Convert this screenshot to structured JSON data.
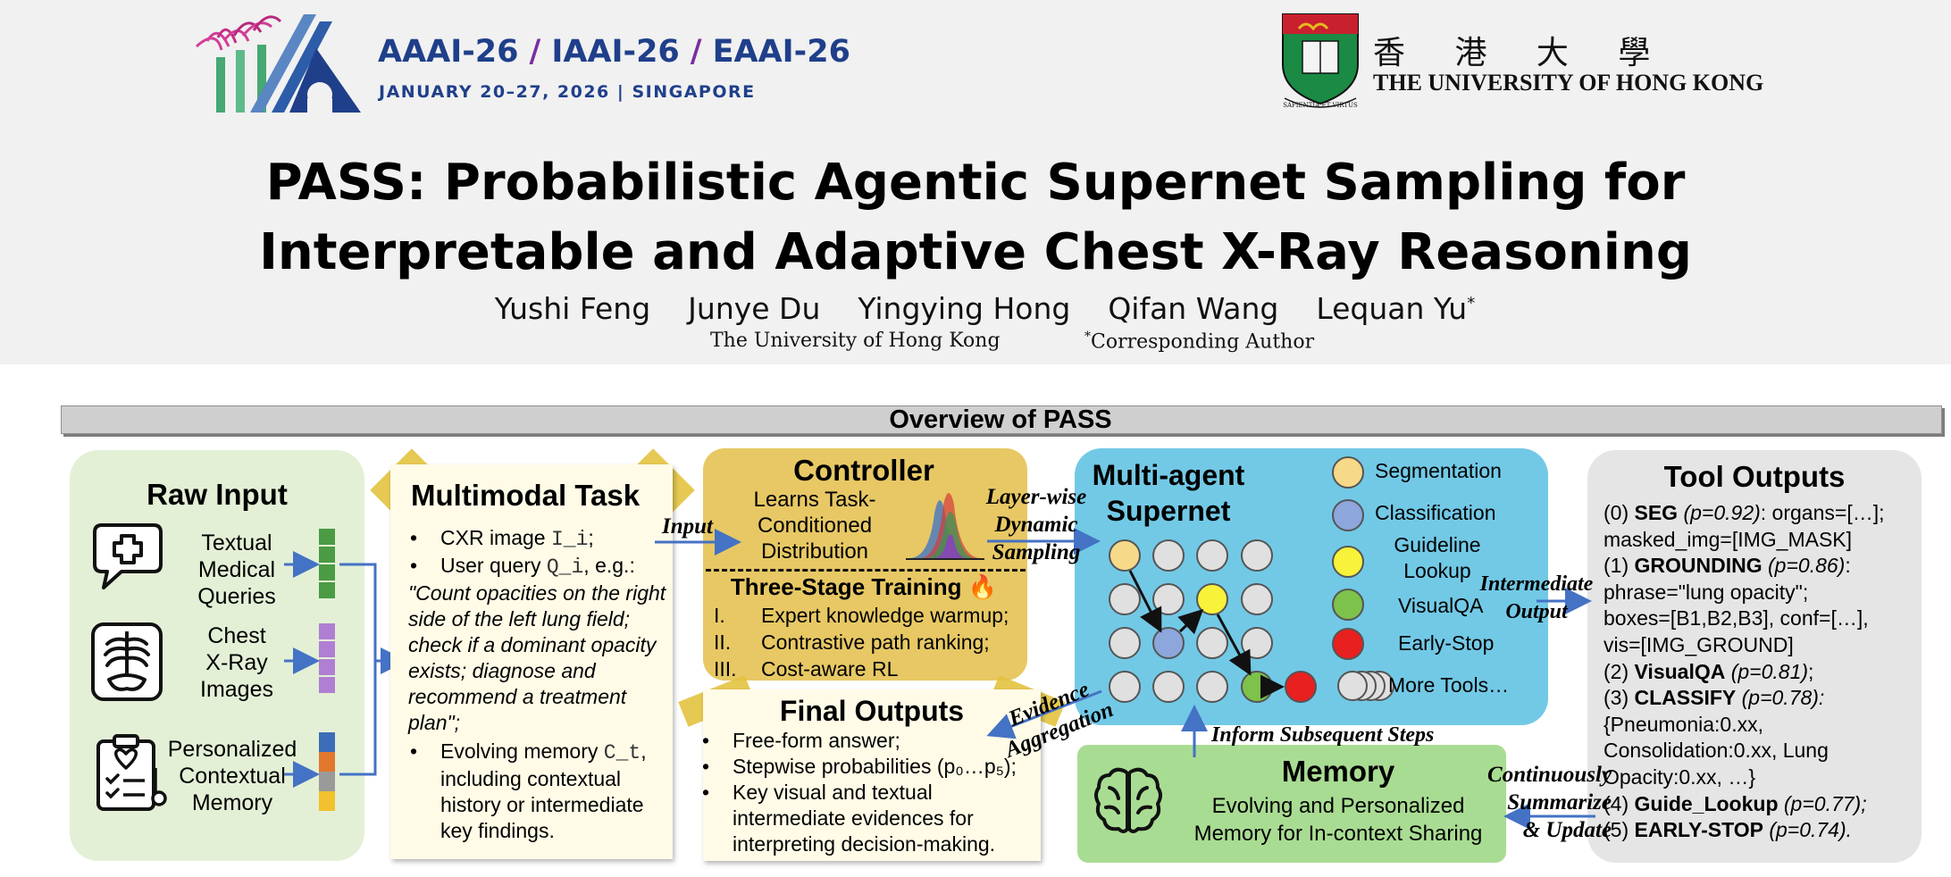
{
  "header": {
    "conference_names": [
      "AAAI-26",
      "IAAI-26",
      "EAAI-26"
    ],
    "conference_separator": "/",
    "conference_date": "JANUARY 20–27, 2026 | SINGAPORE",
    "university_cn": "香 港 大 學",
    "university_en": "THE UNIVERSITY OF HONG KONG",
    "crest_motto": "SAPIENTIA ET VIRTUS"
  },
  "paper": {
    "title_line1": "PASS: Probabilistic Agentic Supernet Sampling for",
    "title_line2": "Interpretable and Adaptive Chest X-Ray Reasoning",
    "authors": [
      "Yushi Feng",
      "Junye Du",
      "Yingying Hong",
      "Qifan Wang",
      "Lequan Yu"
    ],
    "corresponding_mark": "*",
    "affiliation": "The University of Hong Kong",
    "corresponding_note": "Corresponding Author"
  },
  "overview_title": "Overview of PASS",
  "raw_input": {
    "title": "Raw Input",
    "items": [
      "Textual\nMedical\nQueries",
      "Chest\nX-Ray\nImages",
      "Personalized\nContextual\nMemory"
    ]
  },
  "task": {
    "title": "Multimodal Task",
    "b1_text": "CXR image ",
    "b1_code": "I_i",
    "b1_end": ";",
    "b2_text": "User query ",
    "b2_code": "Q_i",
    "b2_end": ", e.g.:",
    "quote": "\"Count opacities on the right side of the left lung field; check if a dominant opacity exists; diagnose and recommend a treatment plan\";",
    "b3_text": "Evolving memory ",
    "b3_code": "C_t",
    "b3_end": ", including contextual history or intermediate key findings."
  },
  "controller": {
    "title": "Controller",
    "desc": "Learns Task-\nConditioned\nDistribution",
    "training_title": "Three-Stage Training 🔥",
    "stage_numerals": [
      "I.",
      "II.",
      "III."
    ],
    "stages": [
      "Expert knowledge warmup;",
      "Contrastive path ranking;",
      "Cost-aware RL"
    ]
  },
  "final_outputs": {
    "title": "Final Outputs",
    "items": [
      "Free-form answer;",
      "Stepwise probabilities (p₀…p₅);",
      "Key visual and textual intermediate evidences for interpreting decision-making."
    ]
  },
  "supernet": {
    "title": "Multi-agent\nSupernet",
    "legend": [
      {
        "label": "Segmentation",
        "color": "#f7d98a"
      },
      {
        "label": "Classification",
        "color": "#8da6dc"
      },
      {
        "label": "Guideline\nLookup",
        "color": "#f8f23a"
      },
      {
        "label": "VisualQA",
        "color": "#7dc24a"
      },
      {
        "label": "Early-Stop",
        "color": "#e8201f"
      },
      {
        "label": "More Tools…",
        "color": "#e0e0e0"
      }
    ]
  },
  "memory": {
    "title": "Memory",
    "desc": "Evolving and Personalized\nMemory for In-context Sharing"
  },
  "tool_outputs": {
    "title": "Tool Outputs",
    "lines": [
      [
        {
          "t": "(0) "
        },
        {
          "t": "SEG",
          "b": true
        },
        {
          "t": " (p=0.92)",
          "i": true
        },
        {
          "t": ": organs=[…];"
        }
      ],
      [
        {
          "t": "masked_img=[IMG_MASK]"
        }
      ],
      [
        {
          "t": "(1) "
        },
        {
          "t": "GROUNDING",
          "b": true
        },
        {
          "t": " (p=0.86)",
          "i": true
        },
        {
          "t": ":"
        }
      ],
      [
        {
          "t": "phrase=\"lung opacity\";"
        }
      ],
      [
        {
          "t": "boxes=[B1,B2,B3], conf=[…],"
        }
      ],
      [
        {
          "t": "vis=[IMG_GROUND]"
        }
      ],
      [
        {
          "t": "(2) "
        },
        {
          "t": "VisualQA",
          "b": true
        },
        {
          "t": " (p=0.81)",
          "i": true
        },
        {
          "t": ";"
        }
      ],
      [
        {
          "t": "(3) "
        },
        {
          "t": "CLASSIFY",
          "b": true
        },
        {
          "t": " (p=0.78):",
          "i": true
        }
      ],
      [
        {
          "t": "{Pneumonia:0.xx,"
        }
      ],
      [
        {
          "t": "Consolidation:0.xx, Lung"
        }
      ],
      [
        {
          "t": "Opacity:0.xx, …}"
        }
      ],
      [
        {
          "t": "(4) "
        },
        {
          "t": "Guide_Lookup",
          "b": true
        },
        {
          "t": " (p=0.77);",
          "i": true
        }
      ],
      [
        {
          "t": "(5) "
        },
        {
          "t": "EARLY-STOP",
          "b": true
        },
        {
          "t": " (p=0.74).",
          "i": true
        }
      ]
    ]
  },
  "flow_labels": {
    "input": "Input",
    "sampling": "Layer-wise\nDynamic\nSampling",
    "intermediate": "Intermediate\nOutput",
    "evidence": "Evidence\nAggregation",
    "inform": "Inform Subsequent Steps",
    "summarize": "Continuously\nSummarize\n& Update"
  },
  "colors": {
    "header_bg": "#f1f1f1",
    "conference_blue": "#1f3f8a",
    "conference_slash": "#7a2ea0",
    "raw_input_panel": "#e3f0d6",
    "controller_panel": "#e7c864",
    "supernet_panel": "#72c9e6",
    "memory_panel": "#a9dc93",
    "tool_panel": "#e5e5e5",
    "arrow": "#4472c4"
  }
}
